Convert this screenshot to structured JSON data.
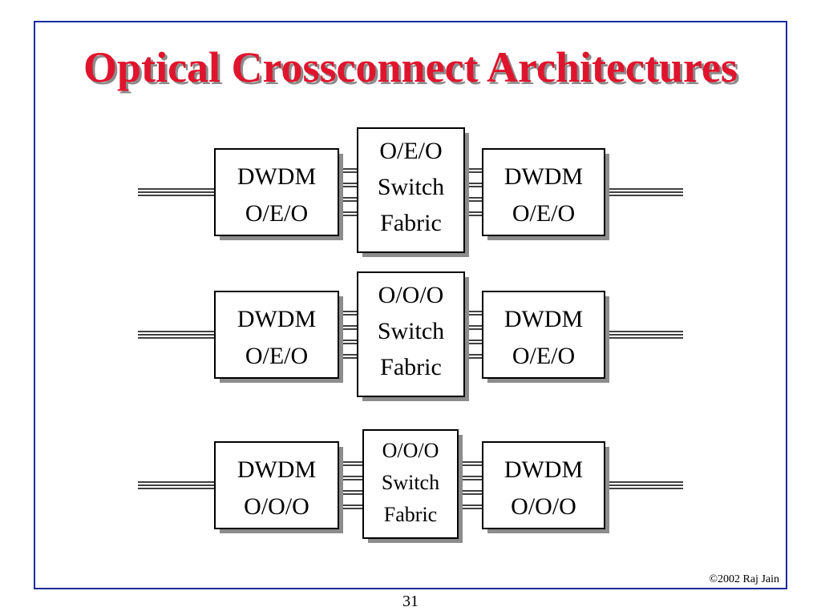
{
  "title": "Optical Crossconnect Architectures",
  "rows": [
    {
      "left": [
        "DWDM",
        "O/E/O"
      ],
      "switch": [
        "O/E/O",
        "Switch",
        "Fabric"
      ],
      "right": [
        "DWDM",
        "O/E/O"
      ]
    },
    {
      "left": [
        "DWDM",
        "O/E/O"
      ],
      "switch": [
        "O/O/O",
        "Switch",
        "Fabric"
      ],
      "right": [
        "DWDM",
        "O/E/O"
      ]
    },
    {
      "left": [
        "DWDM",
        "O/O/O"
      ],
      "switch": [
        "O/O/O",
        "Switch",
        "Fabric"
      ],
      "right": [
        "DWDM",
        "O/O/O"
      ]
    }
  ],
  "footer": {
    "copyright": "©2002 Raj Jain",
    "page_number": "31"
  },
  "colors": {
    "title": "#e0142d",
    "frame": "#1b2a9c",
    "shadow": "#8c8c8c"
  }
}
